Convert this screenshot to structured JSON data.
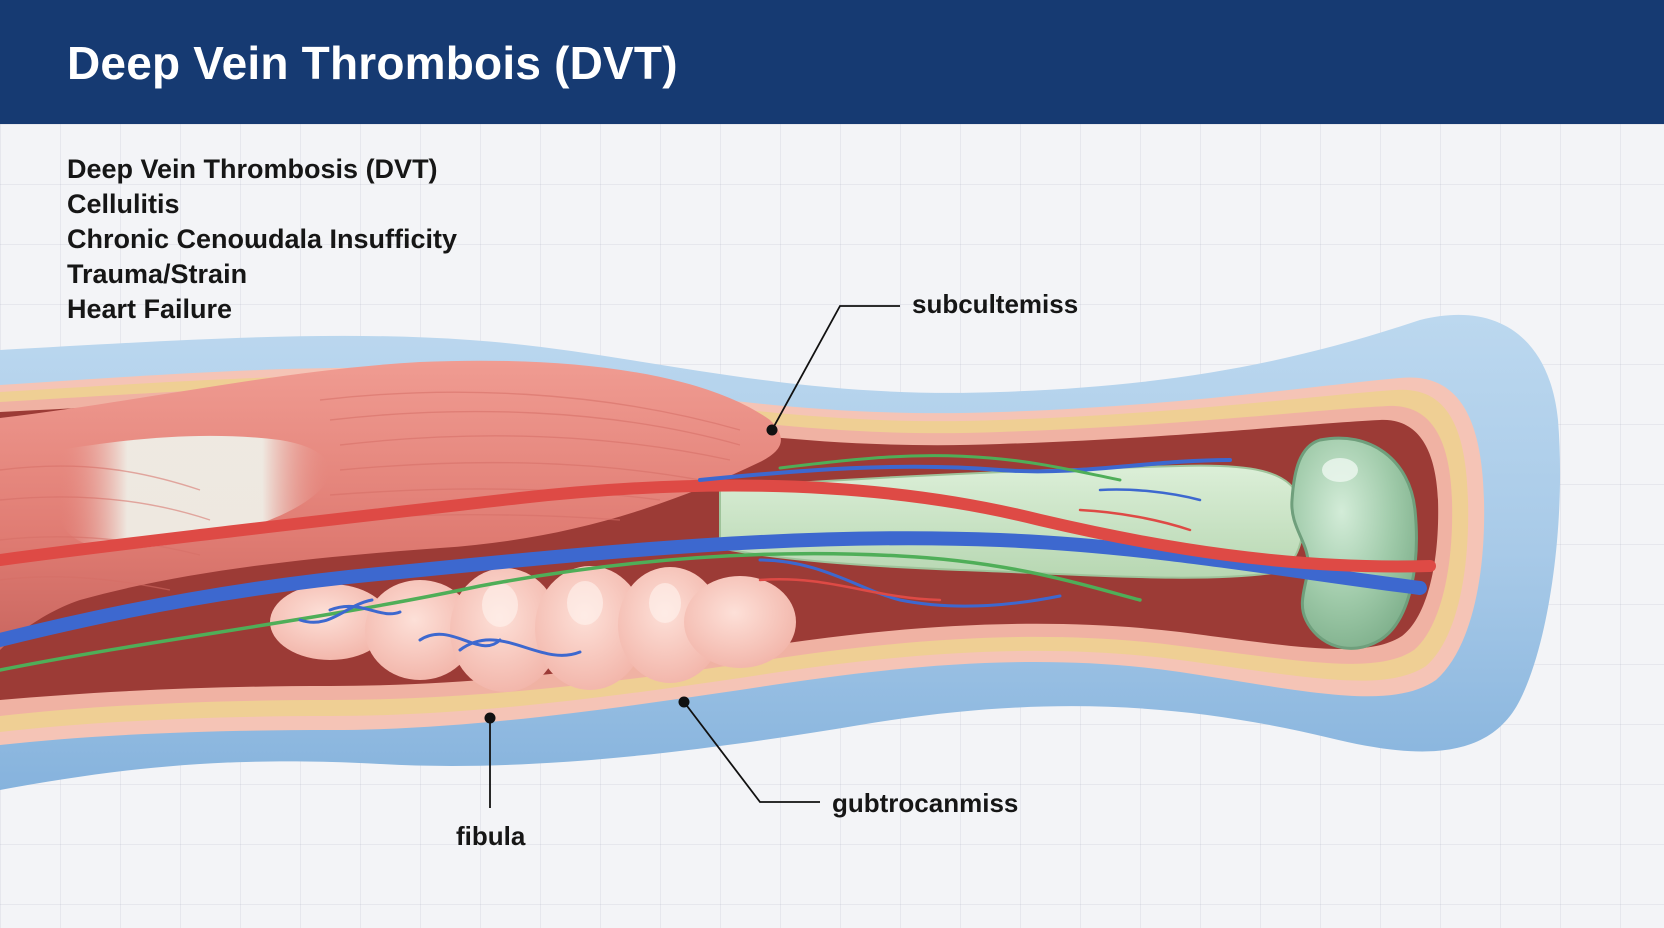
{
  "header": {
    "title": "Deep Vein Thrombois (DVT)"
  },
  "conditions": [
    "Deep Vein Thrombosis (DVT)",
    "Cellulitis",
    "Chronic Cenoɯdala Insufficity",
    "Trauma/Strain",
    "Heart Failure"
  ],
  "labels": {
    "subcutaneous": "subcultemiss",
    "fibula": "fibula",
    "gastrocnemius": "gubtrocanmiss"
  },
  "colors": {
    "header": "#163a72",
    "skin": "#a9cbe8",
    "muscle": "#e2837a",
    "tendon": "#ecebe3",
    "bone": "#c9e3c6",
    "vein": "#3d68cf",
    "artery": "#de4a45",
    "nerve": "#4fae58"
  }
}
